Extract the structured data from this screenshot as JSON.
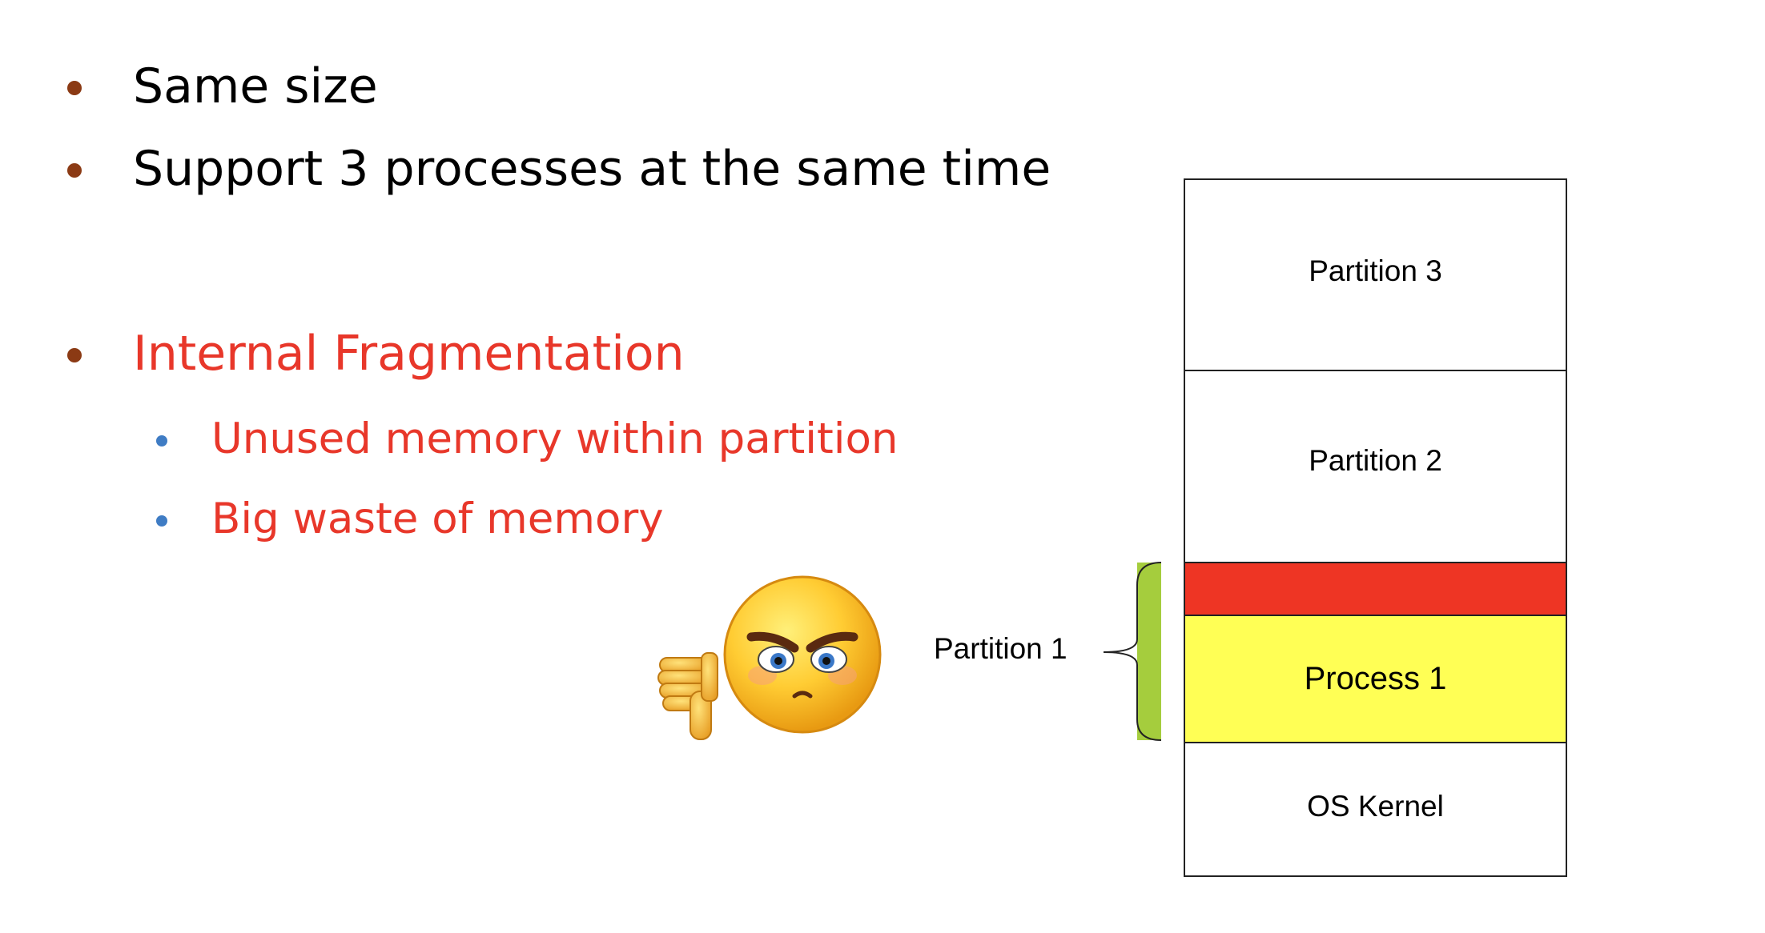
{
  "colors": {
    "primary_bullet": "#8B3A14",
    "secondary_bullet": "#3F7CC4",
    "text_black": "#000000",
    "text_red": "#E8372A",
    "waste_red": "#EE3524",
    "process_yellow": "#FFFF55",
    "bracket_green": "#A5CD3D"
  },
  "bullets": [
    {
      "text": "Same size"
    },
    {
      "text": "Support 3 processes at the same time"
    },
    {
      "text": "Internal Fragmentation"
    },
    {
      "text": "Unused memory within partition"
    },
    {
      "text": "Big waste of memory"
    }
  ],
  "memory": {
    "partition3": "Partition 3",
    "partition2": "Partition 2",
    "process1": "Process 1",
    "os_kernel": "OS Kernel"
  },
  "partition1_label": "Partition 1",
  "icons": {
    "emoji": "angry-face-thumbs-down-icon"
  }
}
